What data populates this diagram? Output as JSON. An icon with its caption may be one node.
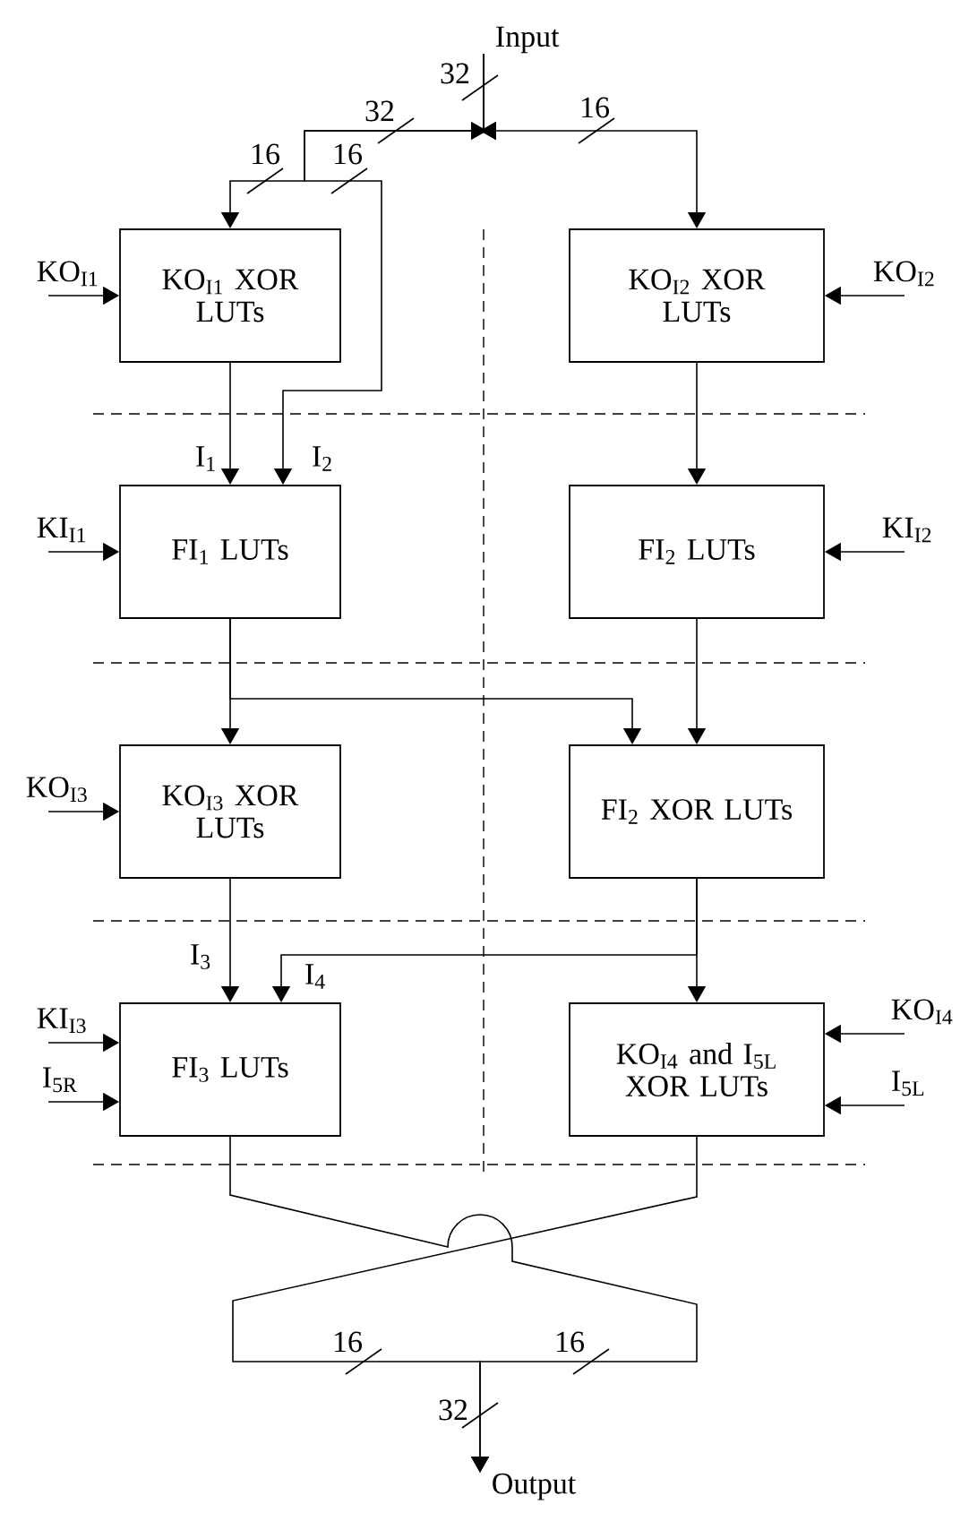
{
  "diagram": {
    "nodes": [
      {
        "text": [
          "Input"
        ]
      },
      {
        "text": [
          "KO$_{I1}$ XOR LUTs"
        ]
      },
      {
        "text": [
          "KO$_{I2}$ XOR LUTs"
        ]
      },
      {
        "text": [
          "FI$_{1}$ LUTs"
        ]
      },
      {
        "text": [
          "FI$_{2}$ LUTs"
        ]
      },
      {
        "text": [
          "KO$_{I3}$ XOR LUTs"
        ]
      },
      {
        "text": [
          "FI$_{2}$ XOR LUTs"
        ]
      },
      {
        "text": [
          "FI$_{3}$ LUTs"
        ]
      },
      {
        "text": [
          "KO$_{I4}$ and I$_{5L}$ XOR LUTs"
        ]
      },
      {
        "text": [
          "Output"
        ]
      },
      {
        "text": [
          "KO$_{I1}$"
        ]
      },
      {
        "text": [
          "KO$_{I2}$"
        ]
      },
      {
        "text": [
          "KI$_{I1}$"
        ]
      },
      {
        "text": [
          "KI$_{I2}$"
        ]
      },
      {
        "text": [
          "KO$_{I3}$"
        ]
      },
      {
        "text": [
          "KI$_{I3}$"
        ]
      },
      {
        "text": [
          "KO$_{I4}$"
        ]
      },
      {
        "text": [
          "I$_{5R}$"
        ]
      },
      {
        "text": [
          "I$_{5L}$"
        ]
      }
    ],
    "edges": [
      {
        "from": 0,
        "to": 1,
        "arrow": "to"
      },
      {
        "from": 0,
        "to": 2,
        "arrow": "to"
      },
      {
        "from": 0,
        "to": 3,
        "arrow": "to",
        "label": "I$_{2}$"
      },
      {
        "from": 1,
        "to": 3,
        "arrow": "to",
        "label": "I$_{1}$"
      },
      {
        "from": 2,
        "to": 4,
        "arrow": "to"
      },
      {
        "from": 3,
        "to": 5,
        "arrow": "to"
      },
      {
        "from": 3,
        "to": 6,
        "arrow": "to"
      },
      {
        "from": 4,
        "to": 6,
        "arrow": "to"
      },
      {
        "from": 5,
        "to": 7,
        "arrow": "to",
        "label": "I$_{3}$"
      },
      {
        "from": 6,
        "to": 7,
        "arrow": "to",
        "label": "I$_{4}$"
      },
      {
        "from": 6,
        "to": 8,
        "arrow": "to"
      },
      {
        "from": 7,
        "to": 9,
        "arrow": "to"
      },
      {
        "from": 8,
        "to": 9,
        "arrow": "to"
      },
      {
        "from": 10,
        "to": 1,
        "arrow": "to"
      },
      {
        "from": 11,
        "to": 2,
        "arrow": "to"
      },
      {
        "from": 12,
        "to": 3,
        "arrow": "to"
      },
      {
        "from": 13,
        "to": 4,
        "arrow": "to"
      },
      {
        "from": 14,
        "to": 5,
        "arrow": "to"
      },
      {
        "from": 15,
        "to": 7,
        "arrow": "to"
      },
      {
        "from": 17,
        "to": 7,
        "arrow": "to"
      },
      {
        "from": 16,
        "to": 8,
        "arrow": "to"
      },
      {
        "from": 18,
        "to": 8,
        "arrow": "to"
      }
    ],
    "labels": [
      "32",
      "32",
      "16",
      "16",
      "16",
      "16",
      "16",
      "32"
    ]
  }
}
